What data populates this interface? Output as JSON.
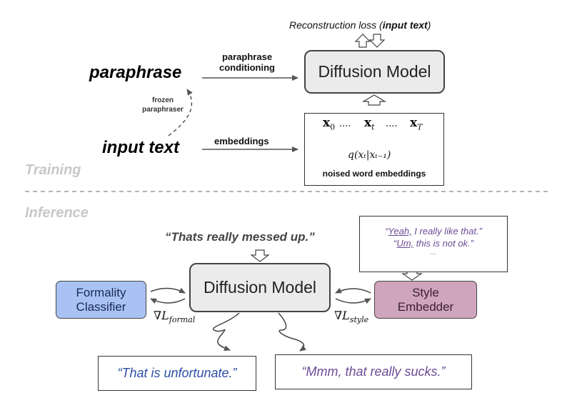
{
  "training": {
    "section_label": "Training",
    "paraphrase_label": "paraphrase",
    "input_text_label": "input text",
    "frozen_paraphraser_label": [
      "frozen",
      "paraphraser"
    ],
    "paraphrase_conditioning_label": [
      "paraphrase",
      "conditioning"
    ],
    "embeddings_label": "embeddings",
    "diffusion_model_label": "Diffusion Model",
    "reconstruction_loss_prefix": "Reconstruction loss (",
    "reconstruction_loss_bold": "input text",
    "reconstruction_loss_suffix": ")",
    "noised": {
      "x0": "x",
      "x0_sub": "0",
      "xt": "x",
      "xt_sub": "t",
      "xT": "x",
      "xT_sub": "T",
      "dots": "....",
      "q_expr": "q(x",
      "q_expr_full": "q(xₜ|xₜ₋₁)",
      "caption": "noised word embeddings"
    }
  },
  "inference": {
    "section_label": "Inference",
    "input_quote": "“Thats really messed up.”",
    "diffusion_model_label": "Diffusion Model",
    "formality_classifier_label": [
      "Formality",
      "Classifier"
    ],
    "style_embedder_label": [
      "Style",
      "Embedder"
    ],
    "grad_formal": "∇L",
    "grad_formal_sub": "formal",
    "grad_style": "∇L",
    "grad_style_sub": "style",
    "style_examples": [
      {
        "underlined": "Yeah,",
        "rest": " I really like that.”",
        "prefix": "“"
      },
      {
        "underlined": "Um,",
        "rest": " this is not ok.”",
        "prefix": "“"
      }
    ],
    "style_examples_ellipsis": "...",
    "output_1": "“That is unfortunate.”",
    "output_2": "“Mmm, that really sucks.”"
  },
  "colors": {
    "formality_fill": "#a9c2f3",
    "style_fill": "#cfa5bd",
    "diffusion_fill": "#ebebeb",
    "output_1_text": "#2e4fa4",
    "output_2_text": "#6a4c95",
    "section_label": "#c8c8c8"
  }
}
